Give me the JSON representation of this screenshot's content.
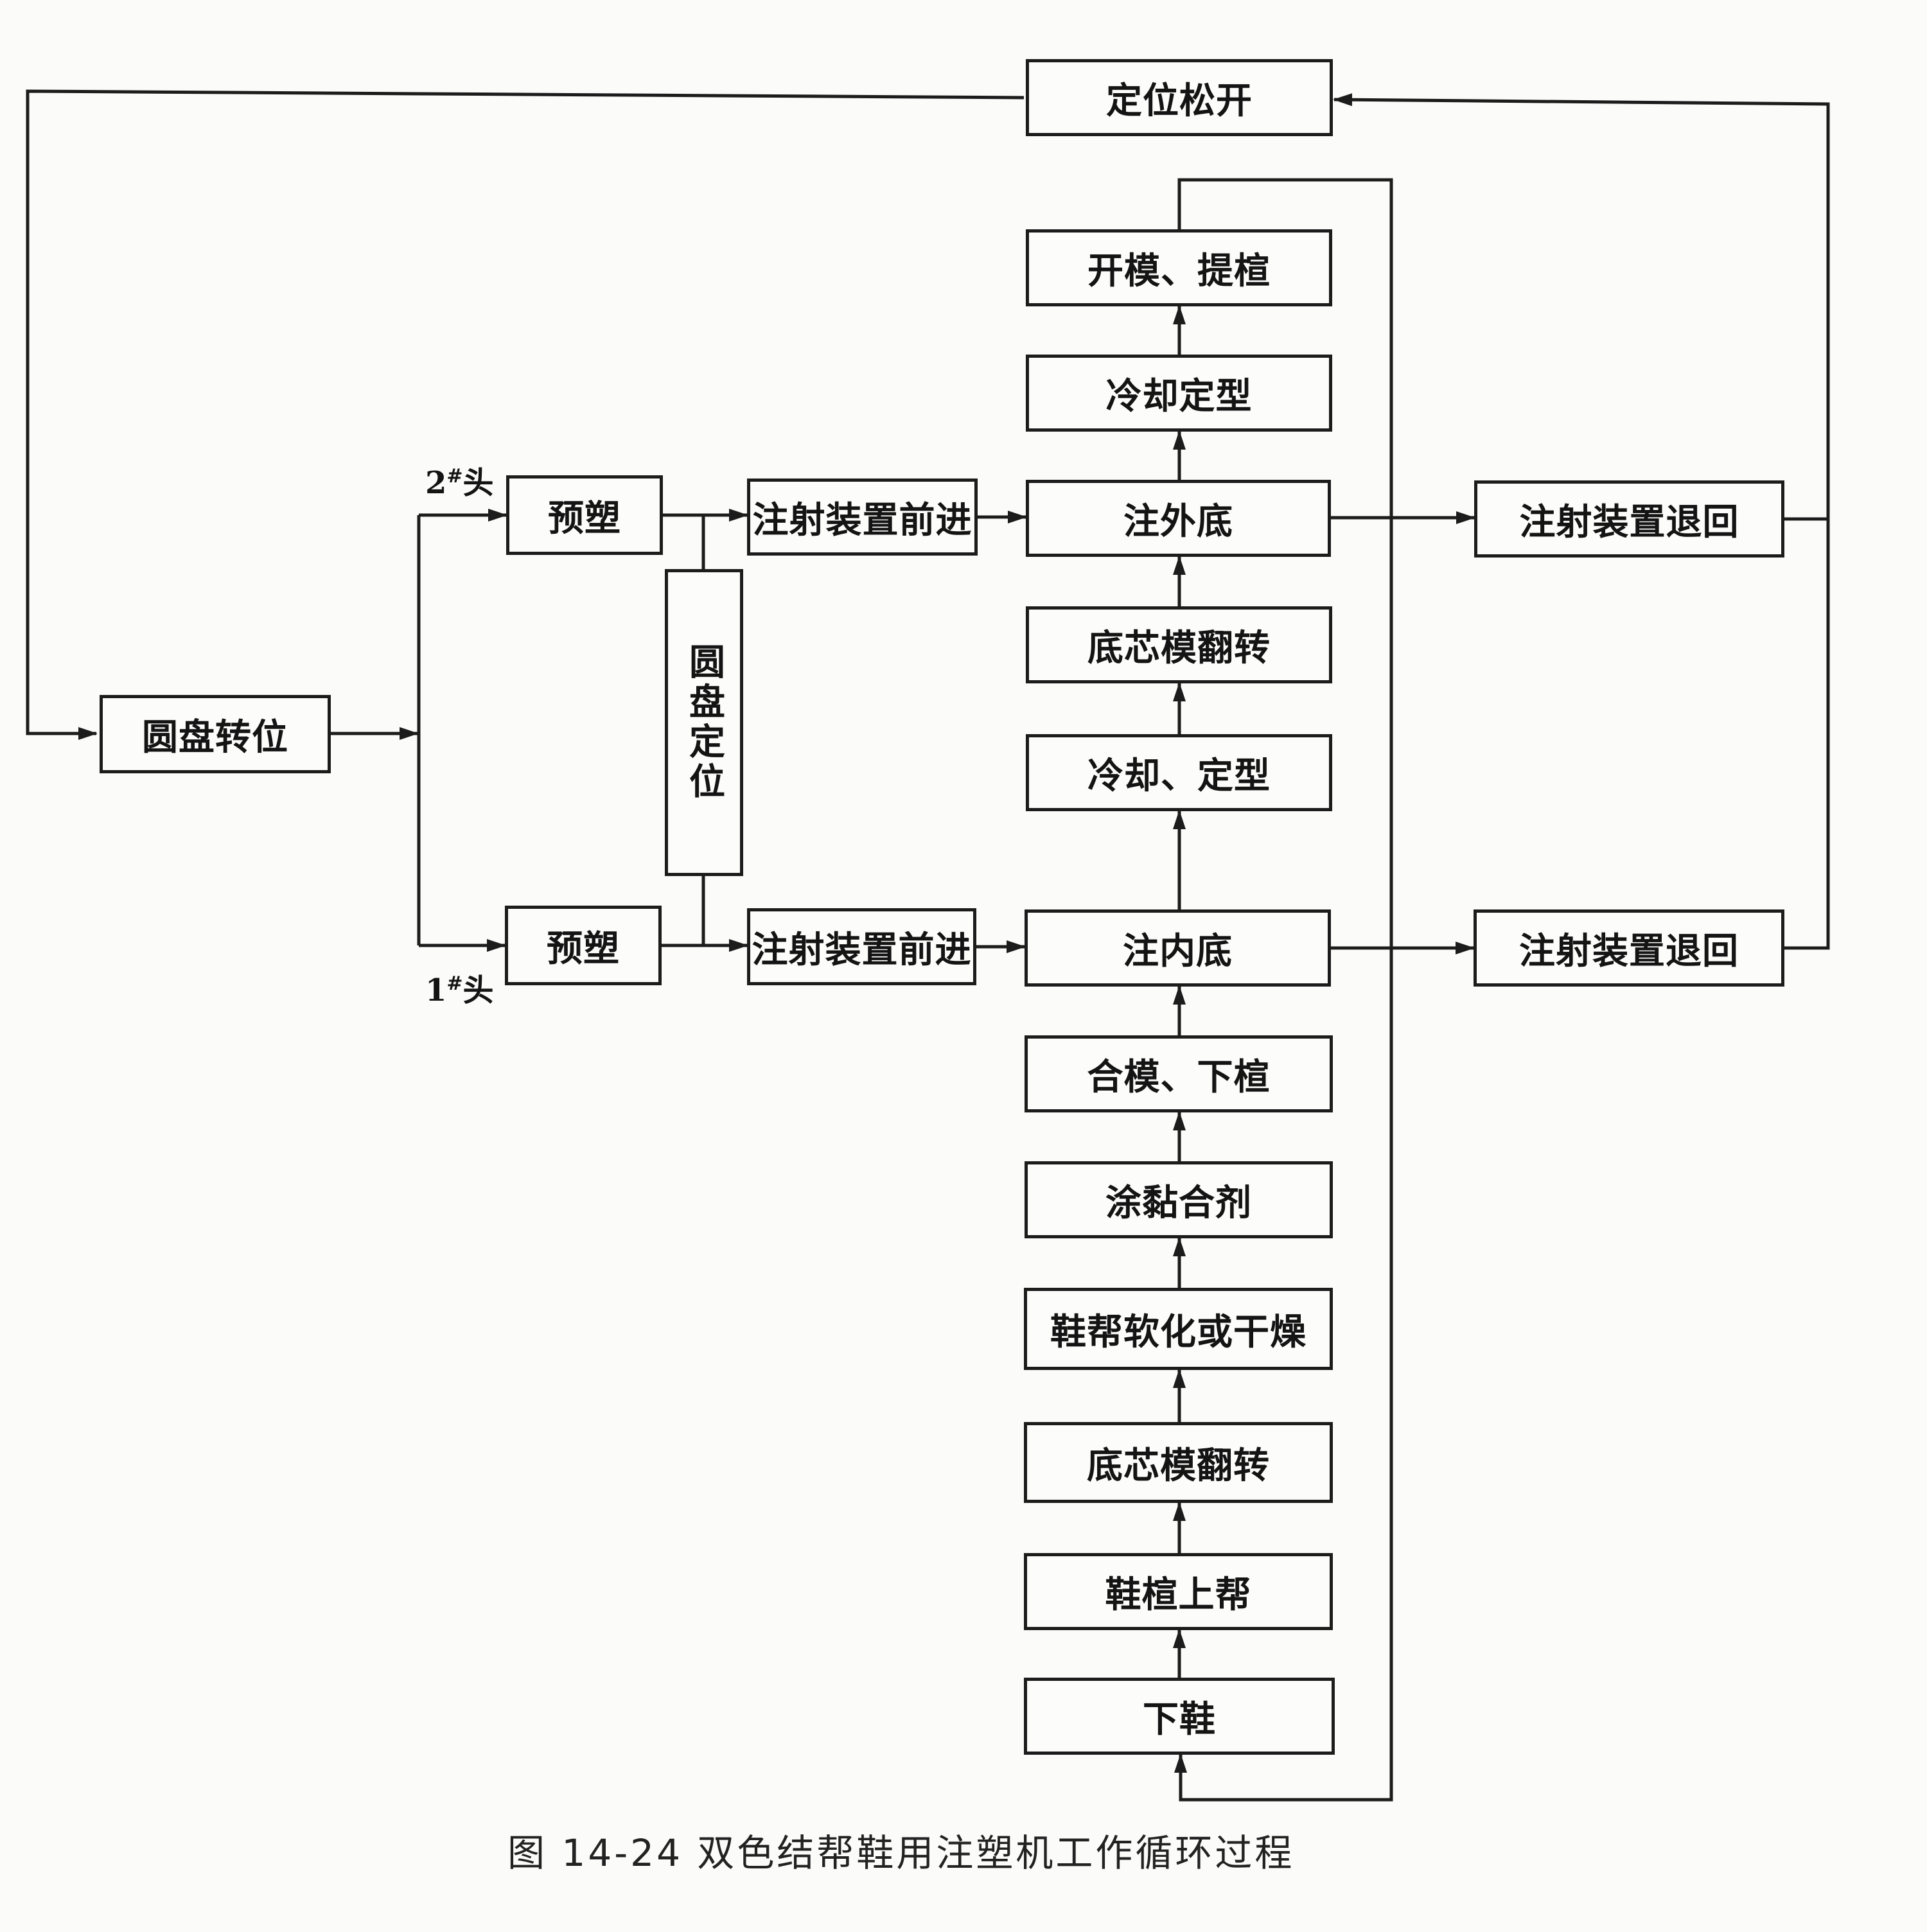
{
  "diagram": {
    "nodes": {
      "disk_index": "圆盘转位",
      "preplasticize_2": "预塑",
      "preplasticize_1": "预塑",
      "disk_position": "圆盘定位",
      "injector_forward_2": "注射装置前进",
      "injector_forward_1": "注射装置前进",
      "release_positioning": "定位松开",
      "open_mold_lift_last": "开模、提楦",
      "cool_set_outer": "冷却定型",
      "inject_outer_sole": "注外底",
      "flip_core_mold_top": "底芯模翻转",
      "cool_set_inner": "冷却、定型",
      "inject_inner_sole": "注内底",
      "injector_retract_2": "注射装置退回",
      "injector_retract_1": "注射装置退回",
      "close_mold_lower_last": "合模、下楦",
      "apply_adhesive": "涂黏合剂",
      "soften_or_dry_upper": "鞋帮软化或干燥",
      "flip_core_mold_bottom": "底芯模翻转",
      "last_upper": "鞋楦上帮",
      "remove_shoe": "下鞋"
    },
    "labels": {
      "head_2_number": "2",
      "head_2_mark": "#",
      "head_2_text": "头",
      "head_1_number": "1",
      "head_1_mark": "#",
      "head_1_text": "头"
    },
    "caption": "图 14-24   双色结帮鞋用注塑机工作循环过程"
  }
}
